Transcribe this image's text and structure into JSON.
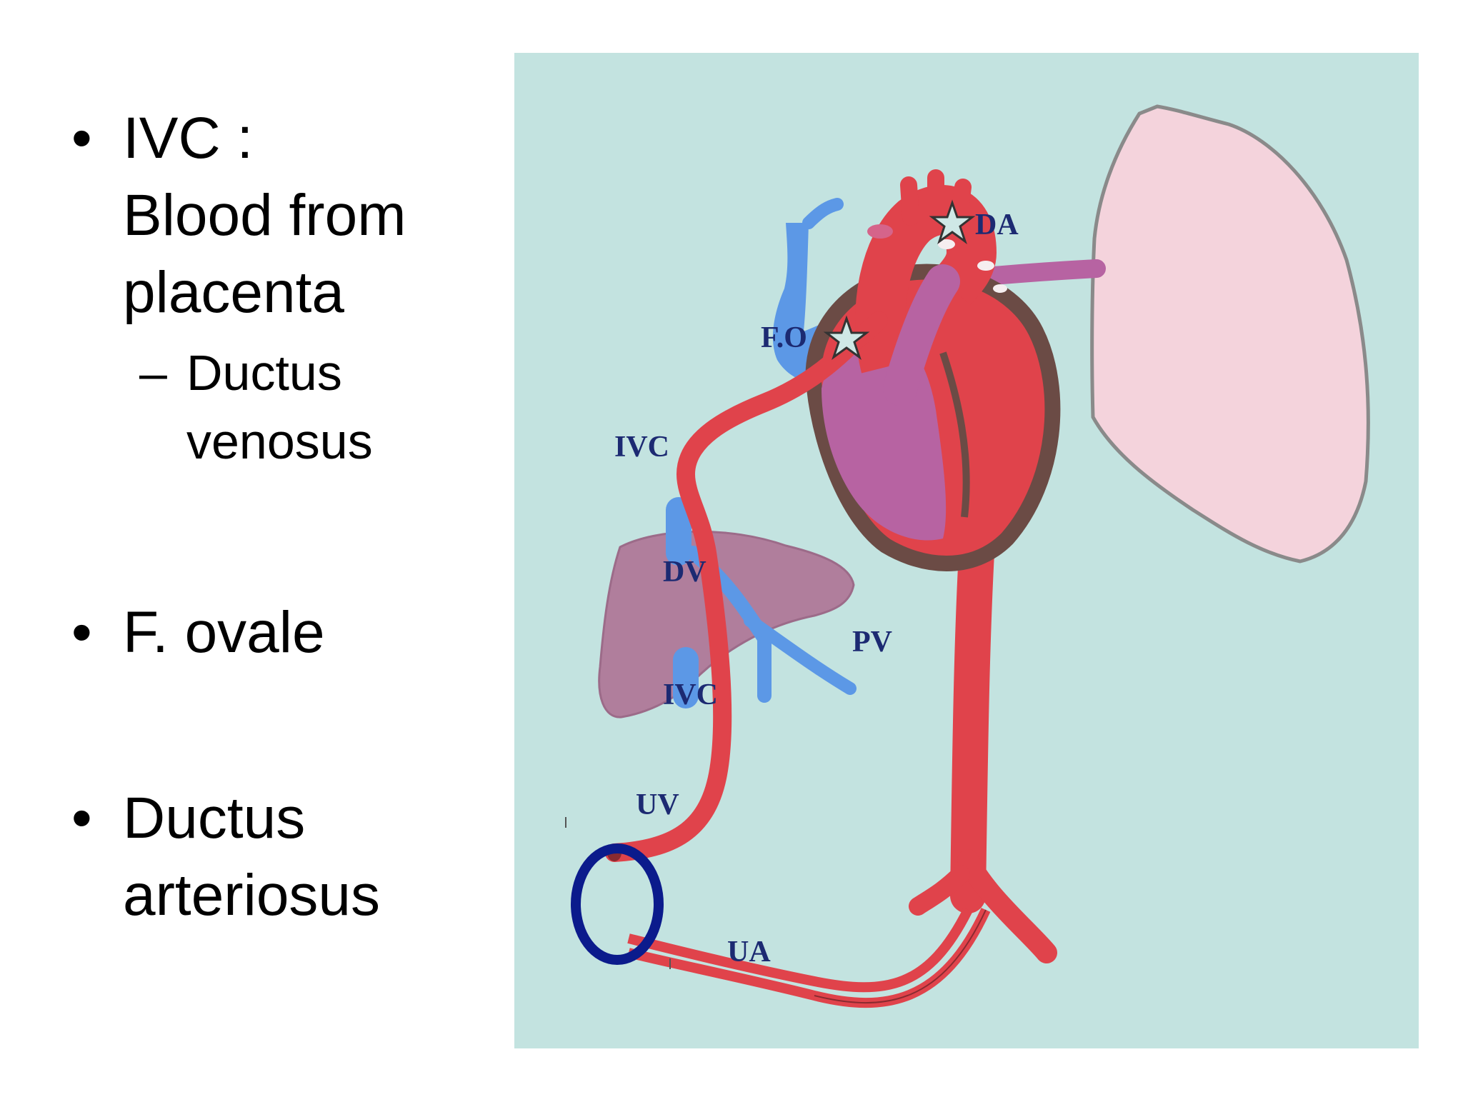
{
  "bullets": [
    {
      "line1": "IVC :",
      "line2": "Blood from",
      "line3": "placenta",
      "sub": {
        "line1": "Ductus",
        "line2": "venosus"
      }
    },
    {
      "line1": "F. ovale"
    },
    {
      "line1": "Ductus",
      "line2": "arteriosus"
    }
  ],
  "glyphs": {
    "bullet": "•",
    "dash": "–"
  },
  "diagram": {
    "labels": {
      "da": "DA",
      "fo": "F.O",
      "ivc_upper": "IVC",
      "dv": "DV",
      "pv": "PV",
      "ivc_lower": "IVC",
      "uv": "UV",
      "ua": "UA"
    },
    "colors": {
      "background": "#c3e3e0",
      "artery": "#e0434b",
      "vein": "#5c98e6",
      "mixed": "#b763a2",
      "liver": "#b07e9c",
      "lung": "#f4d3dc",
      "circle": "#0b1b8c"
    }
  }
}
